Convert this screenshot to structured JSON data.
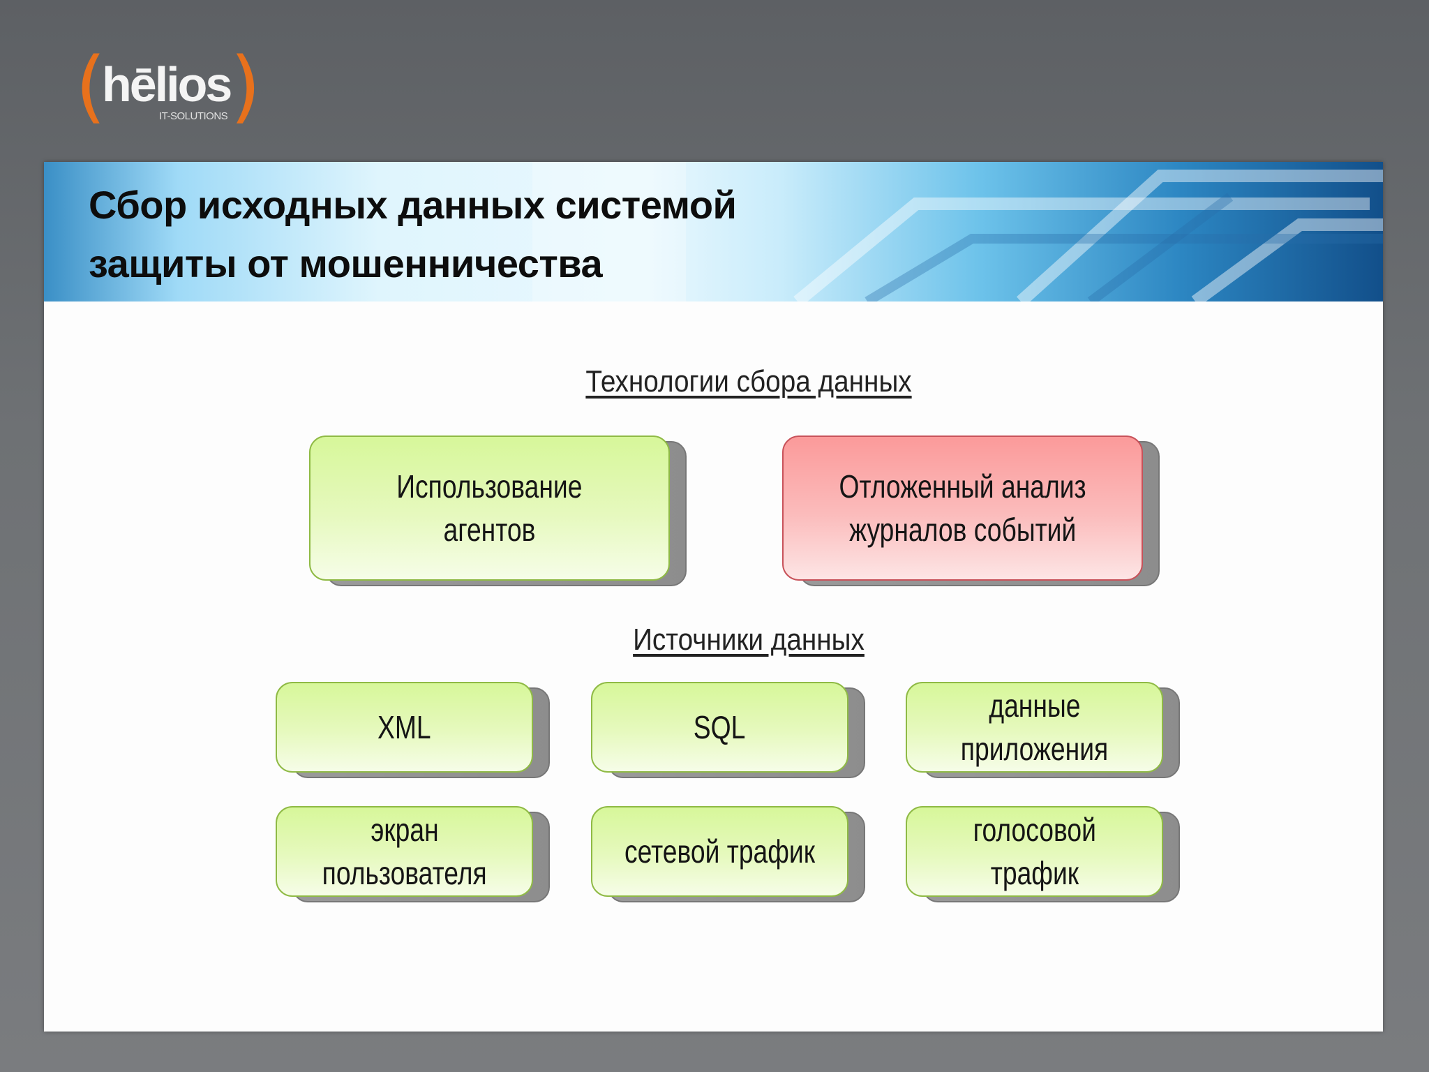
{
  "logo": {
    "wordmark": "hēlios",
    "tagline": "IT-SOLUTIONS"
  },
  "slide": {
    "title_line1": "Сбор исходных данных системой",
    "title_line2": "защиты от мошенничества"
  },
  "technologies": {
    "heading": "Технологии сбора данных",
    "items": [
      {
        "line1": "Использование",
        "line2": "агентов",
        "color": "#d7f79a"
      },
      {
        "line1": "Отложенный анализ",
        "line2": "журналов событий",
        "color": "#fb9a9a"
      }
    ]
  },
  "sources": {
    "heading": "Источники данных",
    "items": [
      {
        "line1": "XML",
        "line2": ""
      },
      {
        "line1": "SQL",
        "line2": ""
      },
      {
        "line1": "данные",
        "line2": "приложения"
      },
      {
        "line1": "экран",
        "line2": "пользователя"
      },
      {
        "line1": "сетевой трафик",
        "line2": ""
      },
      {
        "line1": "голосовой",
        "line2": "трафик"
      }
    ]
  },
  "colors": {
    "accent": "#e8711c",
    "banner": "#2c86c2",
    "green_box": "#d7f79a",
    "red_box": "#fb9a9a"
  }
}
